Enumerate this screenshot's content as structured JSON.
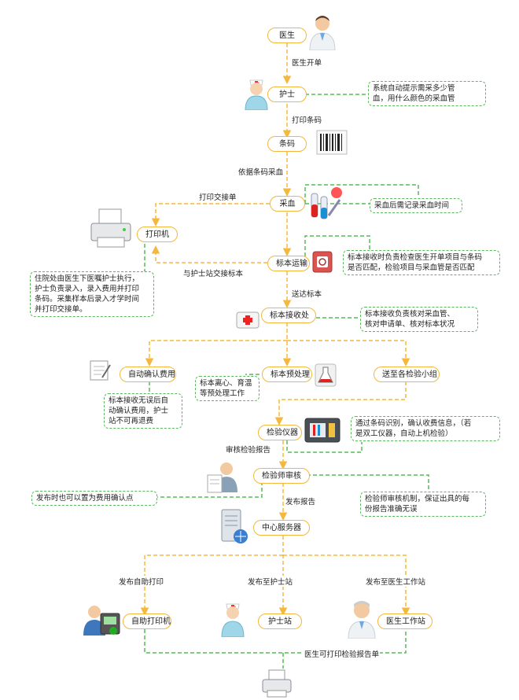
{
  "nodes": {
    "doctor": "医生",
    "nurse": "护士",
    "barcode": "条码",
    "blood_draw": "采血",
    "printer": "打印机",
    "transport": "标本运输",
    "reception": "标本接收处",
    "auto_confirm": "自动确认费用",
    "pretreat": "标本预处理",
    "send_groups": "送至各检验小组",
    "instrument": "检验仪器",
    "review": "检验师审核",
    "server": "中心服务器",
    "self_print": "自助打印机",
    "nurse_station": "护士站",
    "doctor_station": "医生工作站"
  },
  "edges": {
    "doctor_order": "医生开单",
    "print_barcode": "打印条码",
    "draw_by_barcode": "依据条码采血",
    "print_handover": "打印交接单",
    "handover_station": "与护士站交接标本",
    "deliver": "送达标本",
    "review_report": "审核检验报告",
    "publish_report": "发布报告",
    "publish_self": "发布自助打印",
    "publish_nurse": "发布至护士站",
    "publish_doctor": "发布至医生工作站",
    "doctor_print": "医生可打印检验报告单"
  },
  "notes": {
    "nurse_note": "系统自动提示需采多少管\n血，用什么颜色的采血管",
    "draw_time": "采血后需记录采血时间",
    "transport_note": "标本接收时负责检查医生开单项目与条码\n是否匹配，检验项目与采血管是否匹配",
    "inpatient_note": "住院处由医生下医嘱护士执行，\n护士负责录入，录入费用并打印\n条码。采集样本后录入才学时间\n并打印交接单。",
    "reception_note": "标本接收负责核对采血管、\n核对申请单、核对标本状况",
    "confirm_note": "标本接收无误后自\n动确认费用，护士\n站不可再退费",
    "pretreat_note": "标本离心、育温\n等预处理工作",
    "instrument_note": "通过条码识别，确认收费信息，（若\n是双工仪器，自动上机检验）",
    "confirm_point": "发布时也可以置为费用确认点",
    "review_note": "检验师审核机制，保证出具的每\n份报告准确无误"
  },
  "colors": {
    "flow_line": "#f3b83d",
    "note_line": "#5cb85c",
    "node_border": "#f3b83d"
  },
  "icons": [
    "doctor-icon",
    "nurse-icon",
    "barcode-icon",
    "blood-tubes-icon",
    "printer-icon",
    "box-icon",
    "first-aid-icon",
    "notepad-icon",
    "flask-icon",
    "instrument-icon",
    "reviewer-icon",
    "server-icon",
    "kiosk-icon",
    "doctor-station-icon"
  ]
}
